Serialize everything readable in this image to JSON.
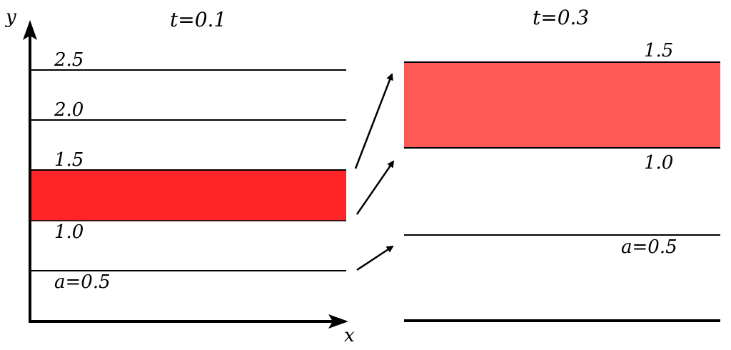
{
  "left_panel": {
    "title": "t=0.1",
    "axis_y_label": "y",
    "axis_x_label": "x",
    "line_labels": [
      "2.5",
      "2.0",
      "1.5",
      "1.0",
      "a=0.5"
    ],
    "band_color": "#ff2427"
  },
  "right_panel": {
    "title": "t=0.3",
    "line_labels": [
      "1.5",
      "1.0",
      "a=0.5"
    ],
    "band_color": "#ff5a55"
  }
}
